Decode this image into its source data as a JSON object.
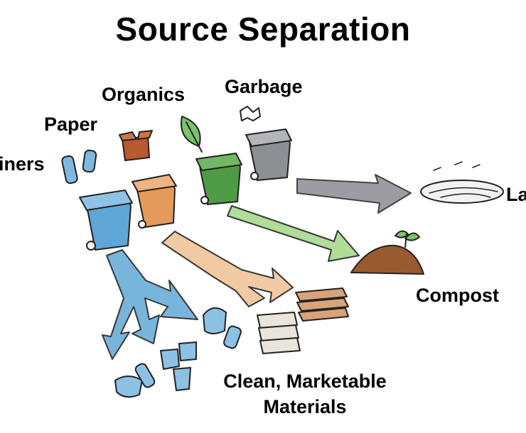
{
  "title": "Source Separation",
  "labels": {
    "containers": "iners",
    "paper": "Paper",
    "organics": "Organics",
    "garbage": "Garbage",
    "landfill": "La",
    "compost": "Compost",
    "materials_line1": "Clean, Marketable",
    "materials_line2": "Materials"
  },
  "colors": {
    "blue_bin": "#5fa6d6",
    "orange_bin": "#e39a5c",
    "green_bin": "#4f9a45",
    "grey_bin": "#8d8f95",
    "soil": "#9a5a30",
    "leaf": "#7cc36a"
  }
}
